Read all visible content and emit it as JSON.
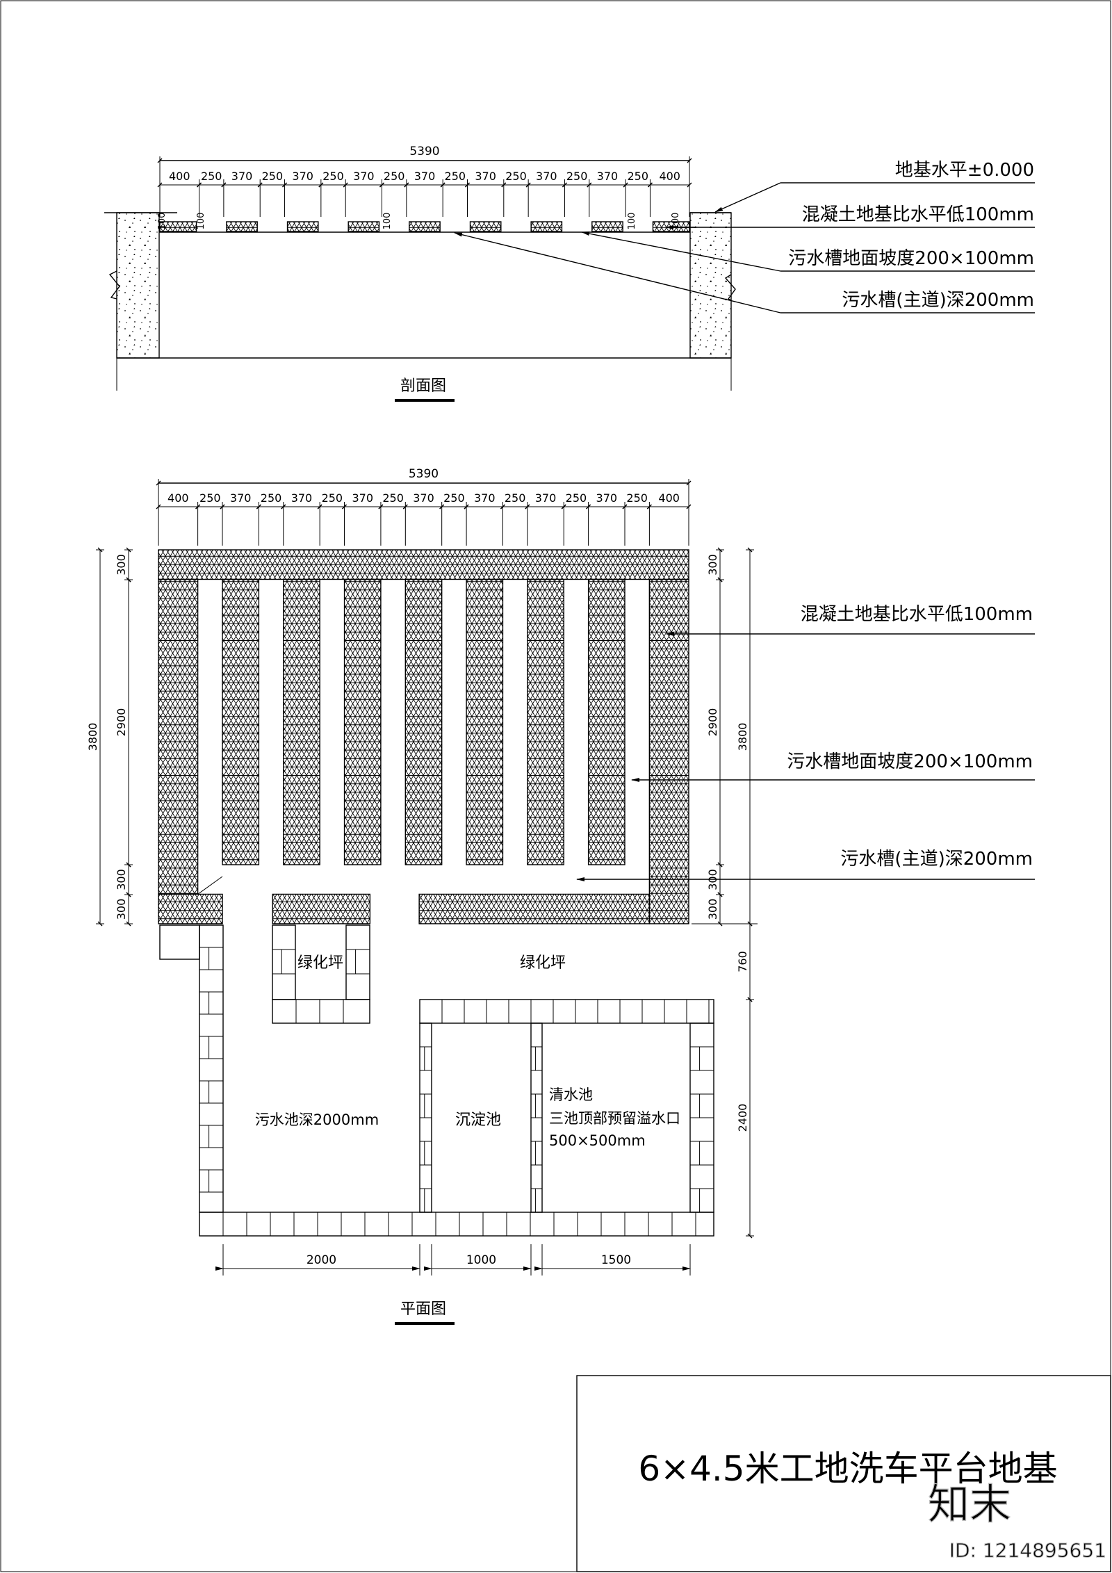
{
  "section": {
    "label": "剖面图",
    "total_dim": "5390",
    "segment_dims": [
      "400",
      "250",
      "370",
      "250",
      "370",
      "250",
      "370",
      "250",
      "370",
      "250",
      "370",
      "250",
      "370",
      "250",
      "370",
      "250",
      "400"
    ],
    "small_dim": "100",
    "annotations": [
      "地基水平±0.000",
      "混凝土地基比水平低100mm",
      "污水槽地面坡度200×100mm",
      "污水槽(主道)深200mm"
    ]
  },
  "plan": {
    "label": "平面图",
    "total_dim": "5390",
    "segment_dims": [
      "400",
      "250",
      "370",
      "250",
      "370",
      "250",
      "370",
      "250",
      "370",
      "250",
      "370",
      "250",
      "370",
      "250",
      "370",
      "250",
      "400"
    ],
    "left_dims": {
      "total": "3800",
      "parts": [
        "300",
        "2900",
        "300",
        "300"
      ]
    },
    "right_dims": {
      "total": "3800",
      "parts": [
        "300",
        "2900",
        "300",
        "300"
      ],
      "lower": [
        "760",
        "2400"
      ]
    },
    "bottom_dims": [
      "2000",
      "1000",
      "1500"
    ],
    "annotations": [
      "混凝土地基比水平低100mm",
      "污水槽地面坡度200×100mm",
      "污水槽(主道)深200mm"
    ],
    "rooms": {
      "lawn_small": "绿化坪",
      "lawn_large": "绿化坪",
      "sewage_pool": "污水池深2000mm",
      "settling_pool": "沉淀池",
      "clear_pool": [
        "清水池",
        "三池顶部预留溢水口",
        "500×500mm"
      ]
    }
  },
  "title_block": {
    "title": "6×4.5米工地洗车平台地基"
  },
  "watermark": {
    "logo": "知末",
    "id": "ID: 1214895651"
  },
  "colors": {
    "line": "#000000",
    "background": "#ffffff",
    "watermark": "#bbbbbb"
  }
}
